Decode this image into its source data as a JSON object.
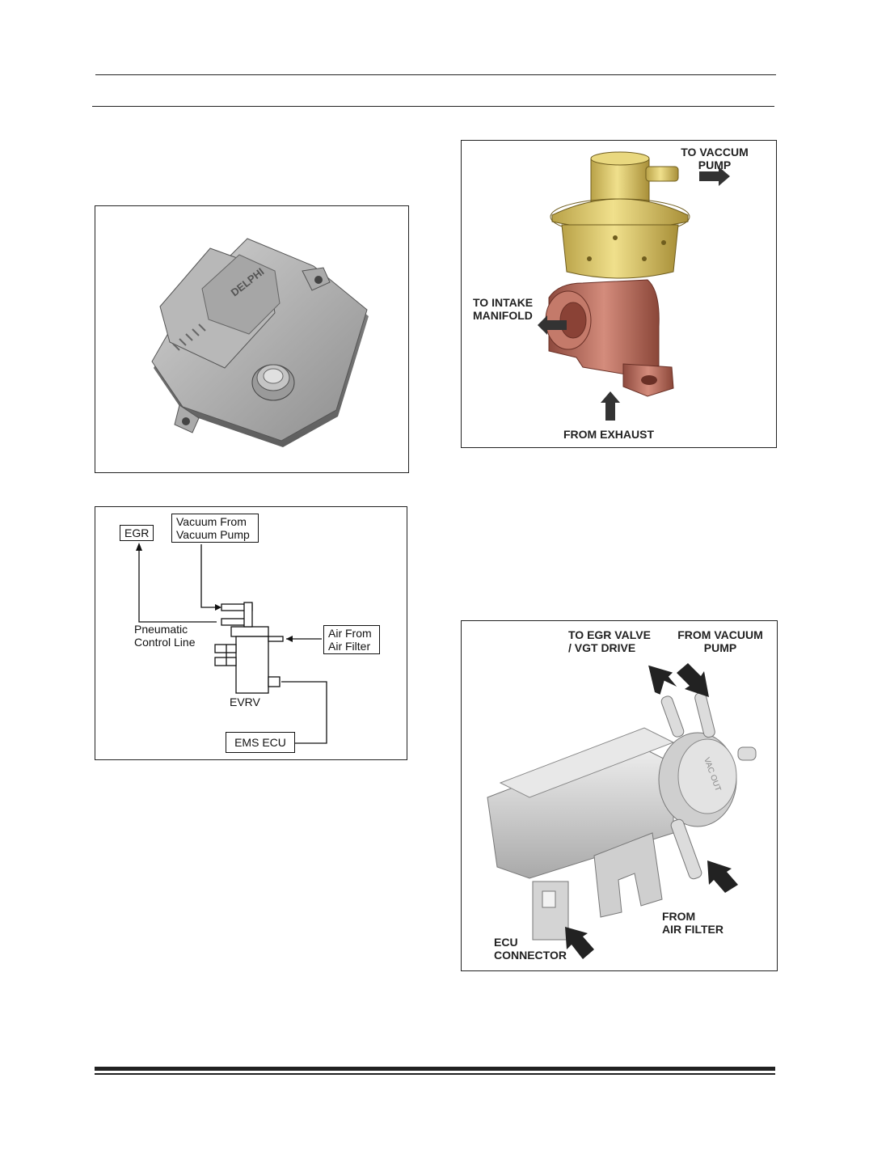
{
  "figure_ecu": {},
  "figure_egr_valve": {
    "label_to_vacuum_pump": "TO VACCUM PUMP",
    "label_to_intake_manifold": "TO INTAKE MANIFOLD",
    "label_from_exhaust": "FROM EXHAUST"
  },
  "figure_schematic": {
    "box_egr": "EGR",
    "box_vacuum_line1": "Vacuum From",
    "box_vacuum_line2": "Vacuum Pump",
    "label_pneumatic_line1": "Pneumatic",
    "label_pneumatic_line2": "Control Line",
    "box_air_line1": "Air From",
    "box_air_line2": "Air Filter",
    "label_evrv": "EVRV",
    "box_ecu": "EMS ECU"
  },
  "figure_evrv": {
    "label_to_egr_line1": "TO EGR VALVE",
    "label_to_egr_line2": "/ VGT DRIVE",
    "label_from_vacuum_line1": "FROM VACUUM",
    "label_from_vacuum_line2": "PUMP",
    "label_from_air_line1": "FROM",
    "label_from_air_line2": "AIR FILTER",
    "label_ecu_line1": "ECU",
    "label_ecu_line2": "CONNECTOR"
  },
  "colors": {
    "egr_valve_brass": "#d8c46a",
    "egr_valve_body": "#b86a5c",
    "ecu_gray": "#9a9a9a",
    "evrv_gray": "#d6d6d6"
  }
}
